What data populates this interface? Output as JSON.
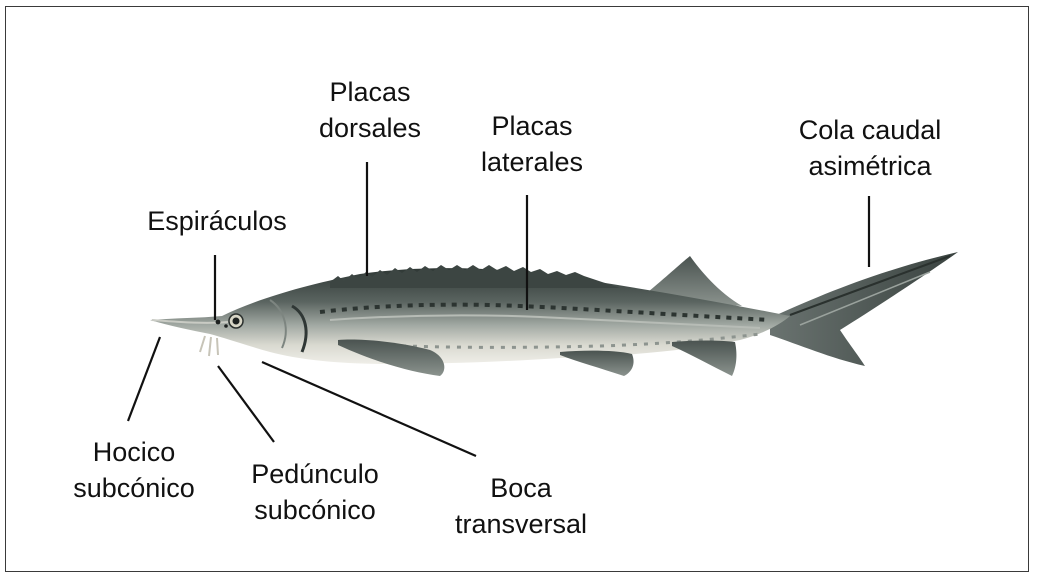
{
  "labels": {
    "placas_dorsales": [
      "Placas",
      "dorsales"
    ],
    "placas_laterales": [
      "Placas",
      "laterales"
    ],
    "cola": [
      "Cola caudal",
      "asimétrica"
    ],
    "espiraculos": [
      "Espiráculos"
    ],
    "hocico": [
      "Hocico",
      "subcónico"
    ],
    "pedunculo": [
      "Pedúnculo",
      "subcónico"
    ],
    "boca": [
      "Boca",
      "transversal"
    ]
  },
  "colors": {
    "text": "#111111",
    "leader_line": "#111111",
    "fish_back": "#3d4744",
    "fish_flank": "#8e9690",
    "fish_belly": "#e7e6de"
  }
}
